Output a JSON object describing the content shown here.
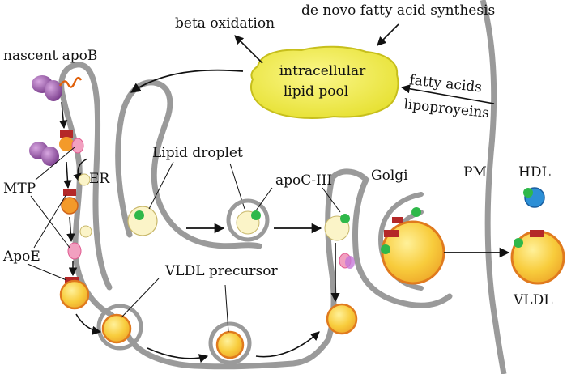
{
  "labels": {
    "beta_oxidation": "beta oxidation",
    "de_novo": "de novo fatty acid synthesis",
    "nascent_apob": "nascent apoB",
    "lipid_pool_line1": "intracellular",
    "lipid_pool_line2": "lipid pool",
    "fatty_acids": "fatty acids",
    "lipoproteins": "lipoproyeins",
    "lipid_droplet": "Lipid droplet",
    "apoc3": "apoC-III",
    "golgi": "Golgi",
    "pm": "PM",
    "hdl": "HDL",
    "er": "ER",
    "mtp": "MTP",
    "apoe": "ApoE",
    "vldl_precursor": "VLDL precursor",
    "vldl": "VLDL"
  },
  "colors": {
    "membrane": "#9a9a9a",
    "lipid_pool": "#f2ef4a",
    "droplet_pale": "#fbf4c8",
    "vldl_core": "#f8c53a",
    "vldl_rim": "#e07a1e",
    "apoc3_green": "#2fb84a",
    "apob_red": "#b42828",
    "apob_strand": "#e0600a",
    "ribosome": "#8c4a9c",
    "mtp_pink": "#f06fa0",
    "hdl_blue": "#2c8fd6"
  }
}
